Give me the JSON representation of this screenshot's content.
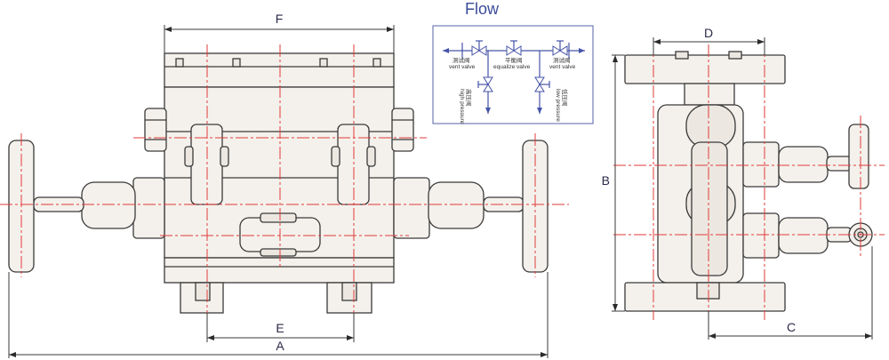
{
  "dimensions": {
    "A": "A",
    "B": "B",
    "C": "C",
    "D": "D",
    "E": "E",
    "F": "F"
  },
  "flow": {
    "title": "Flow",
    "vent_left_cn": "测试阀",
    "vent_left_en": "vent valve",
    "equalize_cn": "平衡阀",
    "equalize_en": "equalize valve",
    "vent_right_cn": "测试阀",
    "vent_right_en": "vent valve",
    "high_cn": "高压阀",
    "high_en": "high pressure",
    "low_cn": "低压阀",
    "low_en": "low pressure"
  },
  "colors": {
    "outline": "#3a3a3a",
    "centerline": "#e23a3a",
    "flow_accent": "#3b4b9a"
  }
}
